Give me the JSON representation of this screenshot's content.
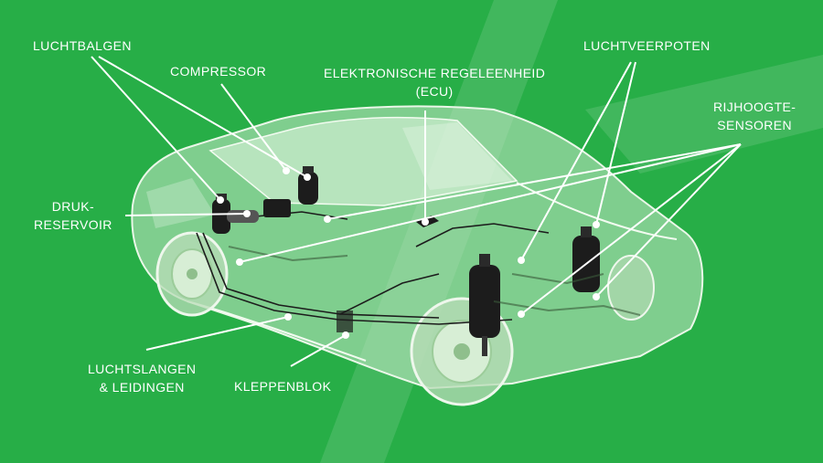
{
  "theme": {
    "background": "#27ae47",
    "car_body": "#c9eac8",
    "component_dark": "#1c1c1c",
    "leader_line": "#ffffff"
  },
  "labels": {
    "luchtbalgen": "LUCHTBALGEN",
    "compressor": "COMPRESSOR",
    "ecu_line1": "ELEKTRONISCHE REGELEENHEID",
    "ecu_line2": "(ECU)",
    "luchtveerpoten": "LUCHTVEERPOTEN",
    "rijhoogte_line1": "RIJHOOGTE-",
    "rijhoogte_line2": "SENSOREN",
    "drukreservoir_line1": "DRUK-",
    "drukreservoir_line2": "RESERVOIR",
    "luchtslangen_line1": "LUCHTSLANGEN",
    "luchtslangen_line2": "& LEIDINGEN",
    "kleppenblok": "KLEPPENBLOK"
  }
}
